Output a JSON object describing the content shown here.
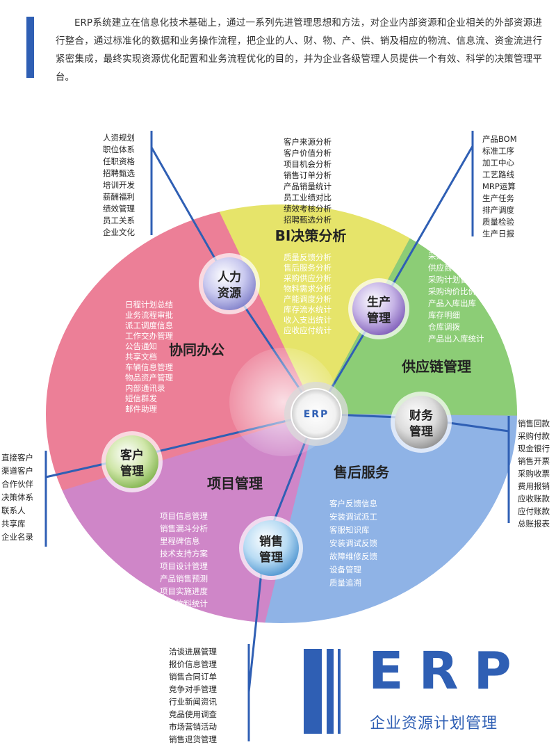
{
  "intro": "ERP系统建立在信息化技术基础上，通过一系列先进管理思想和方法，对企业内部资源和企业相关的外部资源进行整合，通过标准化的数据和业务操作流程，把企业的人、财、物、产、供、销及相应的物流、信息流、资金流进行紧密集成，最终实现资源优化配置和业务流程优化的目的，并为企业各级管理人员提供一个有效、科学的决策管理平台。",
  "core": "ERP",
  "colors": {
    "accent": "#2f5fb4",
    "pink": "#ec7f97",
    "yellow": "#e6e46a",
    "green": "#8ccd76",
    "blue": "#8fb3e6",
    "purple": "#cf86c8"
  },
  "sectors": {
    "bi": {
      "title": "BI决策分析",
      "inner": [
        "质量反馈分析",
        "售后服务分析",
        "采购供应分析",
        "物料需求分析",
        "产能调度分析",
        "库存流水统计",
        "收入支出统计",
        "应收应付统计"
      ]
    },
    "office": {
      "title": "协同办公",
      "inner": [
        "日程计划总结",
        "业务流程审批",
        "派工调度信息",
        "工作交办管理",
        "公告通知",
        "共享文档",
        "车辆信息管理",
        "物品资产管理",
        "内部通讯录",
        "短信群发",
        "邮件助理"
      ]
    },
    "supply": {
      "title": "供应链管理",
      "inner": [
        "采购订单",
        "供应商管理",
        "采购计划管理",
        "采购询价比价",
        "产品入库出库",
        "库存明细",
        "仓库调拨",
        "产品出入库统计"
      ]
    },
    "project": {
      "title": "项目管理",
      "inner": [
        "项目信息管理",
        "销售漏斗分析",
        "里程碑信息",
        "技术支持方案",
        "项目设计管理",
        "产品销售预测",
        "项目实施进度",
        "项目物料统计"
      ]
    },
    "service": {
      "title": "售后服务",
      "inner": [
        "客户反馈信息",
        "安装调试派工",
        "客服知识库",
        "安装调试反馈",
        "故障维修反馈",
        "设备管理",
        "质量追溯"
      ]
    }
  },
  "nodes": {
    "hr": {
      "line1": "人力",
      "line2": "资源"
    },
    "production": {
      "line1": "生产",
      "line2": "管理"
    },
    "finance": {
      "line1": "财务",
      "line2": "管理"
    },
    "customer": {
      "line1": "客户",
      "line2": "管理"
    },
    "sales": {
      "line1": "销售",
      "line2": "管理"
    }
  },
  "external": {
    "hr": [
      "人资规划",
      "职位体系",
      "任职资格",
      "招聘甄选",
      "培训开发",
      "薪酬福利",
      "绩效管理",
      "员工关系",
      "企业文化"
    ],
    "bi": [
      "客户来源分析",
      "客户价值分析",
      "项目机会分析",
      "销售订单分析",
      "产品销量统计",
      "员工业绩对比",
      "绩效考核分析",
      "招聘甄选分析"
    ],
    "production": [
      "产品BOM",
      "标准工序",
      "加工中心",
      "工艺路线",
      "MRP运算",
      "生产任务",
      "排产调度",
      "质量检验",
      "生产日报"
    ],
    "finance": [
      "销售回款",
      "采购付款",
      "现金银行",
      "销售开票",
      "采购收票",
      "费用报销",
      "应收账款",
      "应付账款",
      "总账报表"
    ],
    "customer": [
      "直接客户",
      "渠道客户",
      "合作伙伴",
      "决策体系",
      "联系人",
      "共享库",
      "企业名录"
    ],
    "sales": [
      "洽谈进展管理",
      "报价信息管理",
      "销售合同订单",
      "竞争对手管理",
      "行业新闻资讯",
      "竞品使用调查",
      "市场营销活动",
      "销售退货管理"
    ]
  },
  "brand": {
    "letters": "ERP",
    "subtitle": "企业资源计划管理"
  }
}
